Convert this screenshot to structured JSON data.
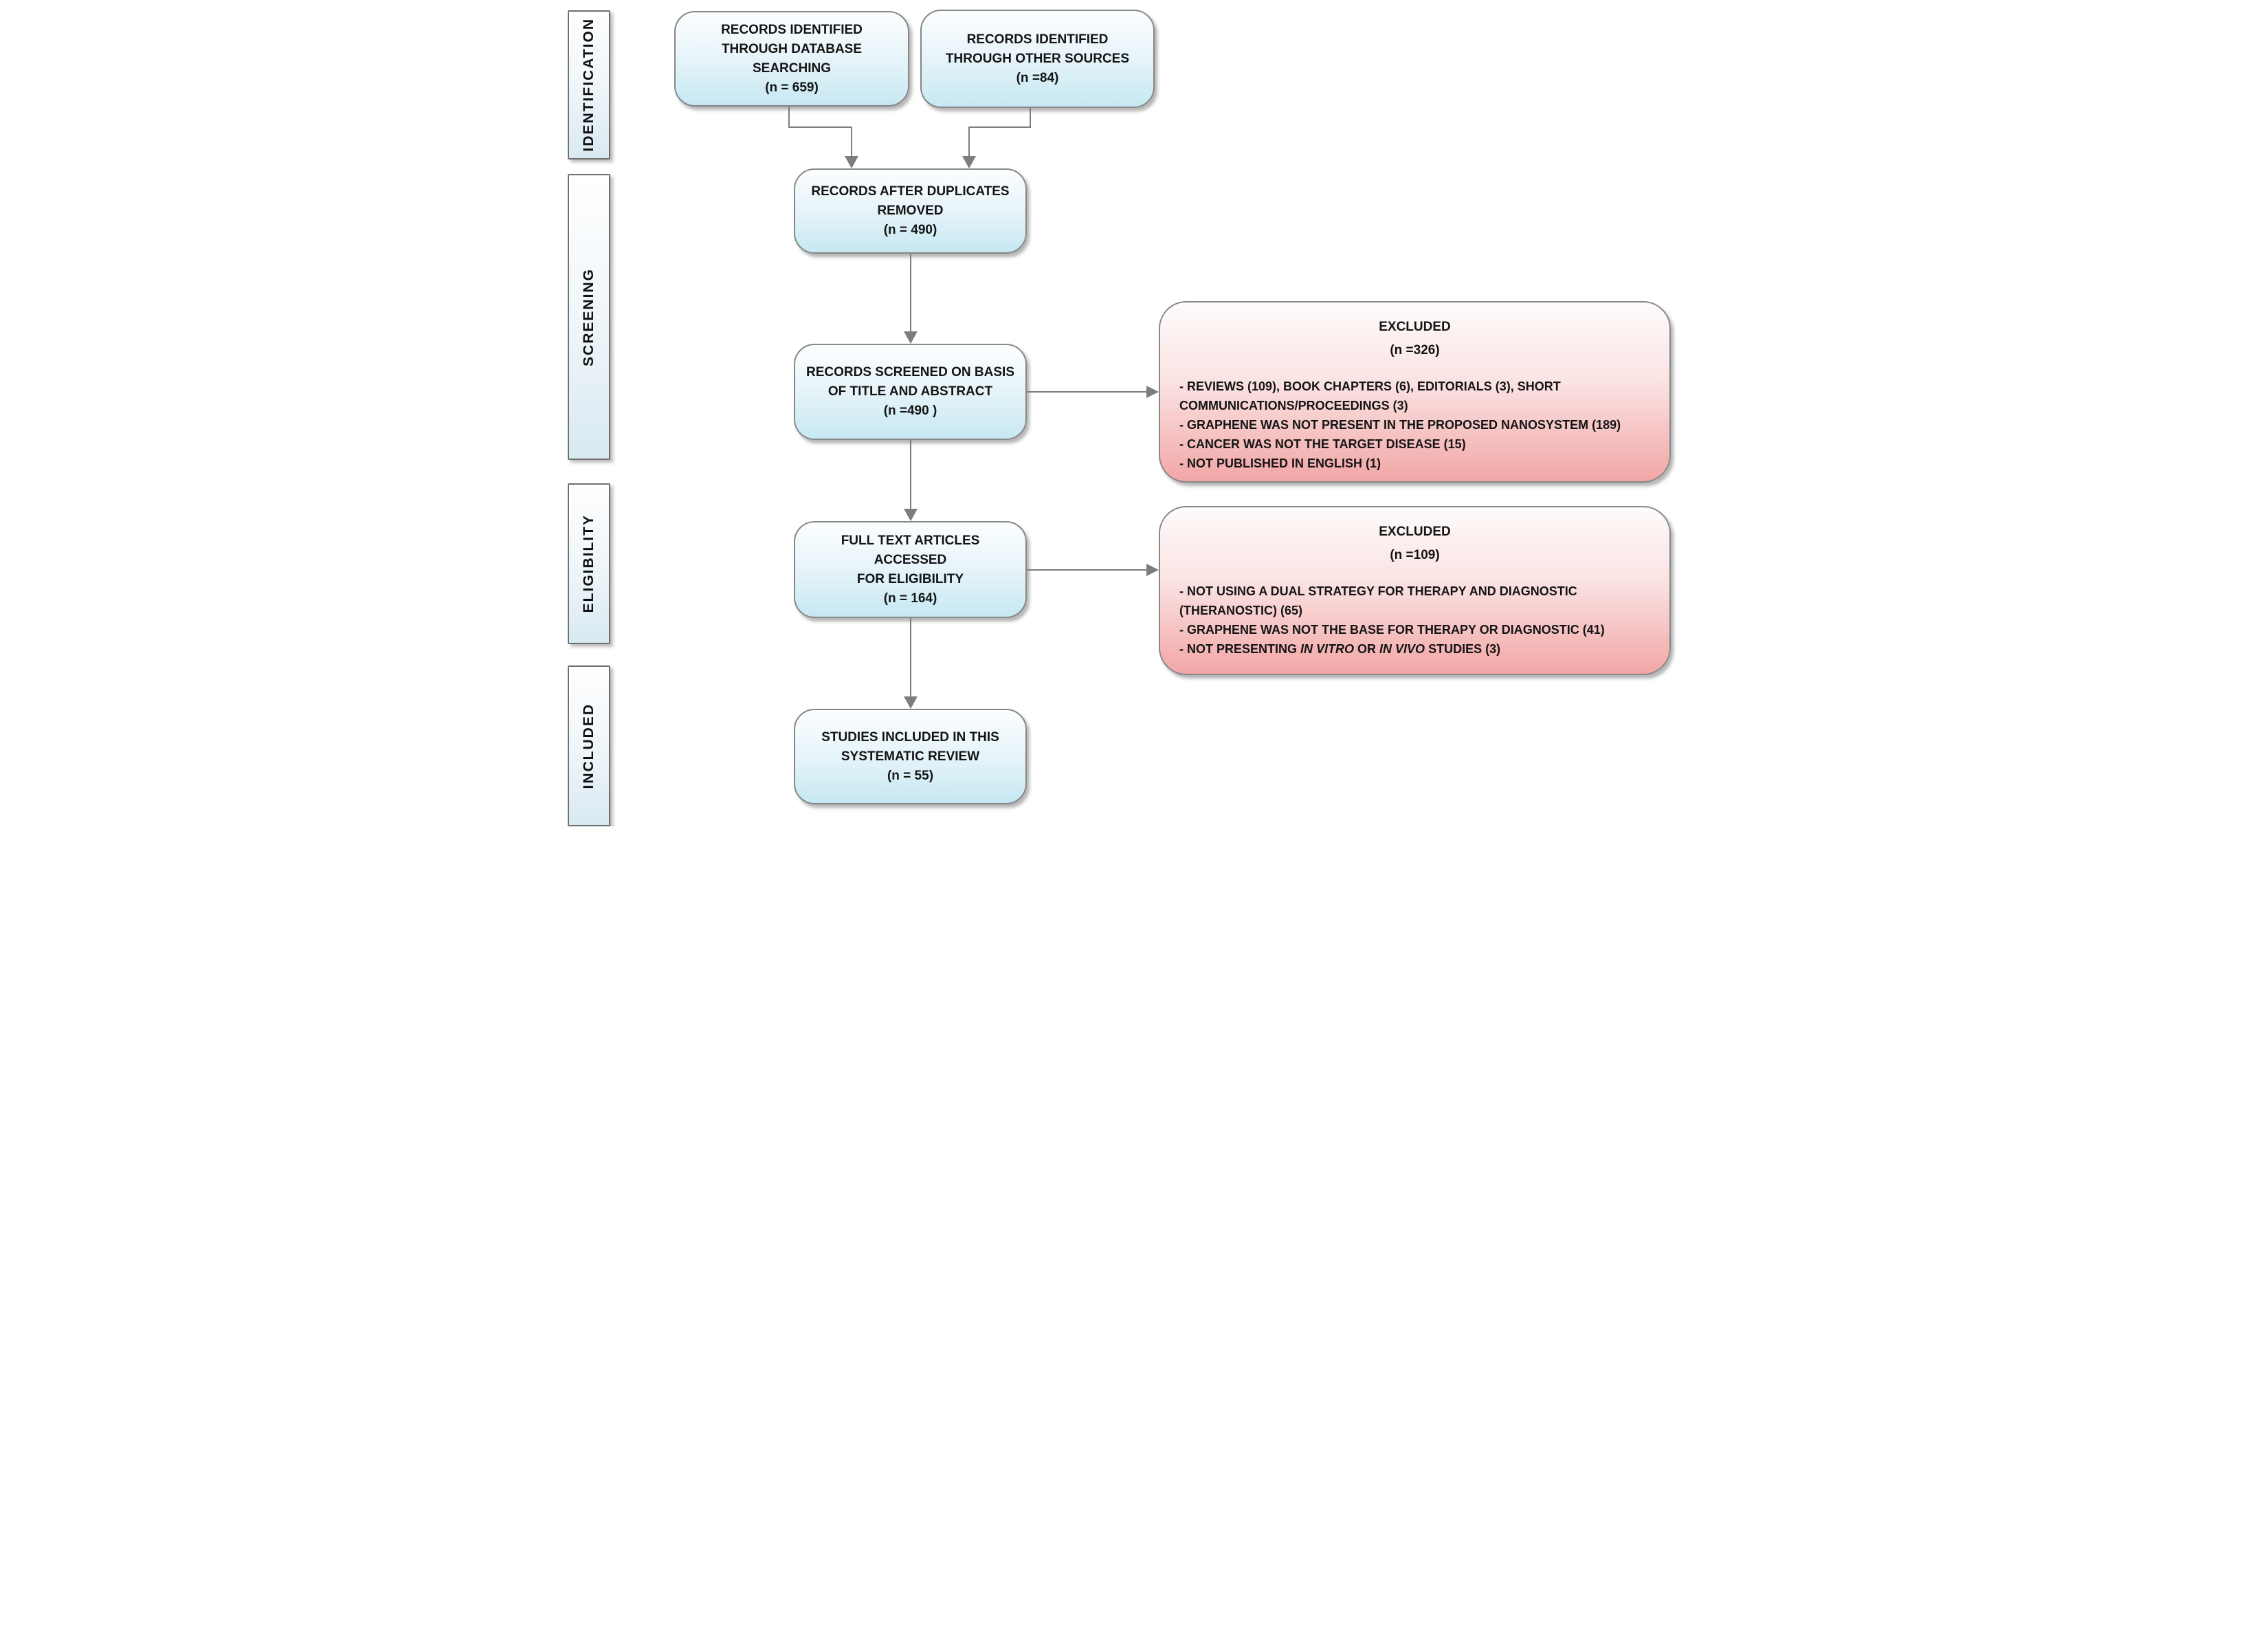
{
  "sidebar": {
    "labels": [
      "IDENTIFICATION",
      "SCREENING",
      "ELIGIBILITY",
      "INCLUDED"
    ]
  },
  "boxes": {
    "db_search": {
      "lines": [
        "RECORDS IDENTIFIED",
        "THROUGH DATABASE",
        "SEARCHING",
        "(n = 659)"
      ]
    },
    "other_sources": {
      "lines": [
        "RECORDS IDENTIFIED",
        "THROUGH OTHER SOURCES",
        "(n =84)"
      ]
    },
    "after_duplicates": {
      "lines": [
        "RECORDS AFTER DUPLICATES",
        "REMOVED",
        "(n = 490)"
      ]
    },
    "screened": {
      "lines": [
        "RECORDS SCREENED ON BASIS",
        "OF TITLE AND ABSTRACT",
        "(n =490 )"
      ]
    },
    "full_text": {
      "lines": [
        "FULL TEXT ARTICLES ACCESSED",
        "FOR ELIGIBILITY",
        "(n = 164)"
      ]
    },
    "included": {
      "lines": [
        "STUDIES INCLUDED IN THIS",
        "SYSTEMATIC REVIEW",
        "(n = 55)"
      ]
    }
  },
  "excluded_screening": {
    "title": "EXCLUDED",
    "count": "(n =326)",
    "items": [
      "- REVIEWS (109), BOOK CHAPTERS (6), EDITORIALS (3), SHORT COMMUNICATIONS/PROCEEDINGS (3)",
      "- GRAPHENE WAS NOT PRESENT IN THE PROPOSED NANOSYSTEM (189)",
      "- CANCER WAS NOT THE TARGET DISEASE (15)",
      "- NOT PUBLISHED IN ENGLISH (1)"
    ]
  },
  "excluded_eligibility": {
    "title": "EXCLUDED",
    "count": "(n =109)",
    "items": [
      "- NOT USING A DUAL STRATEGY FOR THERAPY AND DIAGNOSTIC (THERANOSTIC) (65)",
      "- GRAPHENE WAS NOT THE BASE FOR THERAPY OR DIAGNOSTIC (41)"
    ],
    "last_item": {
      "pre": "- NOT PRESENTING ",
      "italic1": "IN VITRO",
      "mid": " OR ",
      "italic2": "IN VIVO",
      "post": " STUDIES (3)"
    }
  },
  "colors": {
    "box_blue_top": "#fcfeff",
    "box_blue_bottom": "#c6e8f2",
    "box_red_top": "#fefbfb",
    "box_red_bottom": "#f2a6a6",
    "border_gray": "#878787",
    "arrow_gray": "#7d7d7d",
    "text_black": "#141414"
  }
}
